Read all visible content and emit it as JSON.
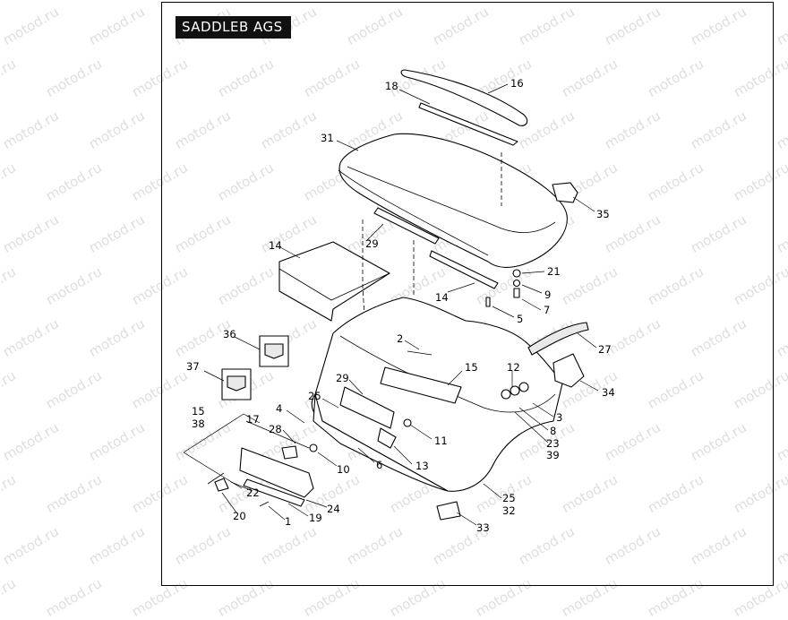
{
  "title": "SADDLEB AGS",
  "watermark": "motod.ru",
  "callouts": [
    {
      "id": "c16",
      "label": "16"
    },
    {
      "id": "c18",
      "label": "18"
    },
    {
      "id": "c31",
      "label": "31"
    },
    {
      "id": "c35",
      "label": "35"
    },
    {
      "id": "c29a",
      "label": "29"
    },
    {
      "id": "c14a",
      "label": "14"
    },
    {
      "id": "c14b",
      "label": "14"
    },
    {
      "id": "c21",
      "label": "21"
    },
    {
      "id": "c9",
      "label": "9"
    },
    {
      "id": "c7",
      "label": "7"
    },
    {
      "id": "c5",
      "label": "5"
    },
    {
      "id": "c27",
      "label": "27"
    },
    {
      "id": "c36",
      "label": "36"
    },
    {
      "id": "c2",
      "label": "2"
    },
    {
      "id": "c34",
      "label": "34"
    },
    {
      "id": "c37",
      "label": "37"
    },
    {
      "id": "c15a",
      "label": "15"
    },
    {
      "id": "c12",
      "label": "12"
    },
    {
      "id": "c29b",
      "label": "29"
    },
    {
      "id": "c15b",
      "label": "15"
    },
    {
      "id": "c38",
      "label": "38"
    },
    {
      "id": "c25a",
      "label": "25"
    },
    {
      "id": "c3",
      "label": "3"
    },
    {
      "id": "c4",
      "label": "4"
    },
    {
      "id": "c17",
      "label": "17"
    },
    {
      "id": "c8",
      "label": "8"
    },
    {
      "id": "c11",
      "label": "11"
    },
    {
      "id": "c28",
      "label": "28"
    },
    {
      "id": "c23",
      "label": "23"
    },
    {
      "id": "c39",
      "label": "39"
    },
    {
      "id": "c13",
      "label": "13"
    },
    {
      "id": "c10",
      "label": "10"
    },
    {
      "id": "c6",
      "label": "6"
    },
    {
      "id": "c22",
      "label": "22"
    },
    {
      "id": "c25b",
      "label": "25"
    },
    {
      "id": "c32",
      "label": "32"
    },
    {
      "id": "c24",
      "label": "24"
    },
    {
      "id": "c20",
      "label": "20"
    },
    {
      "id": "c1",
      "label": "1"
    },
    {
      "id": "c19",
      "label": "19"
    },
    {
      "id": "c33",
      "label": "33"
    }
  ]
}
